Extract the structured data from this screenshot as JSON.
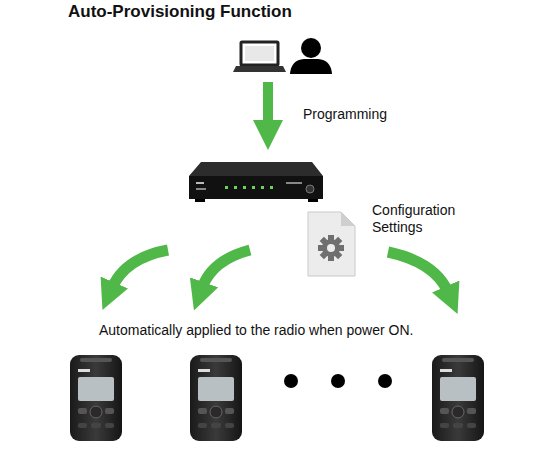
{
  "diagram": {
    "title": "Auto-Provisioning Function",
    "nodes": [
      {
        "text": [
          "Configuration Settings"
        ]
      }
    ],
    "labels": [
      "Programming",
      "Automatically applied to the radio when power ON."
    ]
  }
}
